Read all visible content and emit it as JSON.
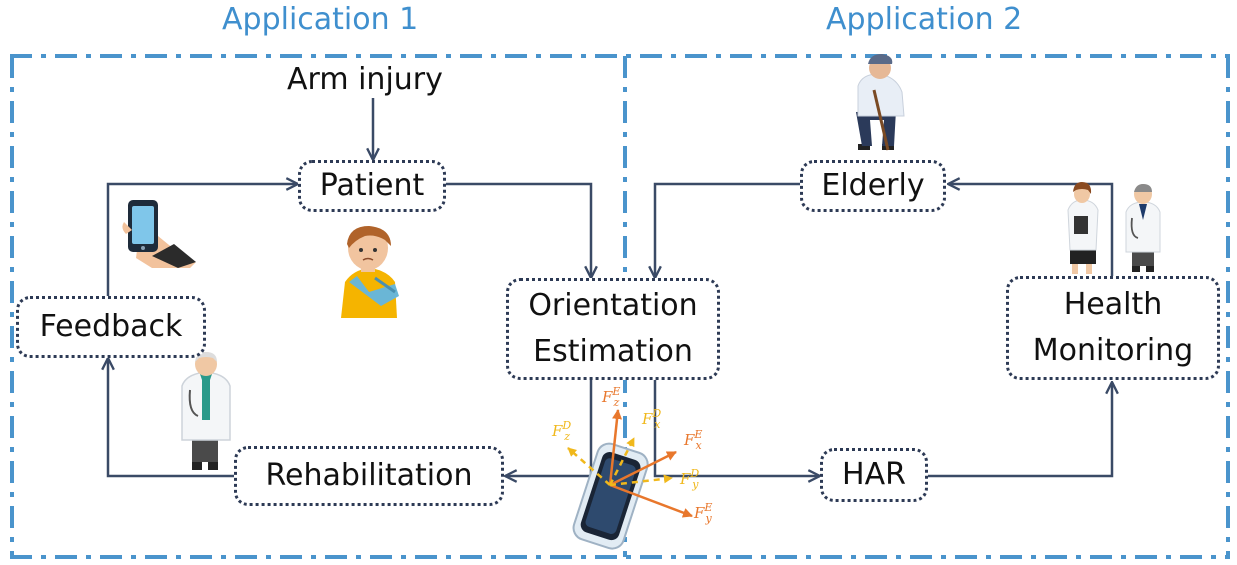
{
  "applications": {
    "app1_title": "Application 1",
    "app2_title": "Application 2"
  },
  "nodes": {
    "arm_injury": "Arm injury",
    "patient": "Patient",
    "feedback": "Feedback",
    "rehabilitation": "Rehabilitation",
    "orientation_line1": "Orientation",
    "orientation_line2": "Estimation",
    "elderly": "Elderly",
    "health_line1": "Health",
    "health_line2": "Monitoring",
    "har": "HAR"
  },
  "sensor_axes": {
    "earth_z": "F",
    "earth_z_sup": "E",
    "earth_z_sub": "z",
    "earth_x": "F",
    "earth_x_sup": "E",
    "earth_x_sub": "x",
    "earth_y": "F",
    "earth_y_sup": "E",
    "earth_y_sub": "y",
    "device_z": "F",
    "device_z_sup": "D",
    "device_z_sub": "z",
    "device_x": "F",
    "device_x_sup": "D",
    "device_x_sub": "x",
    "device_y": "F",
    "device_y_sup": "D",
    "device_y_sub": "y"
  },
  "colors": {
    "title_blue": "#3f8fce",
    "border_dashdot": "#4a94cc",
    "arrow_navy": "#3a4a66",
    "earth_axis_orange": "#e8772c",
    "device_axis_yellow": "#f0b81c"
  },
  "icons": [
    "phone-in-hand-icon",
    "injured-patient-icon",
    "doctor-icon",
    "elderly-person-icon",
    "nurse-icon",
    "doctor-icon",
    "wearable-sensor-icon"
  ]
}
